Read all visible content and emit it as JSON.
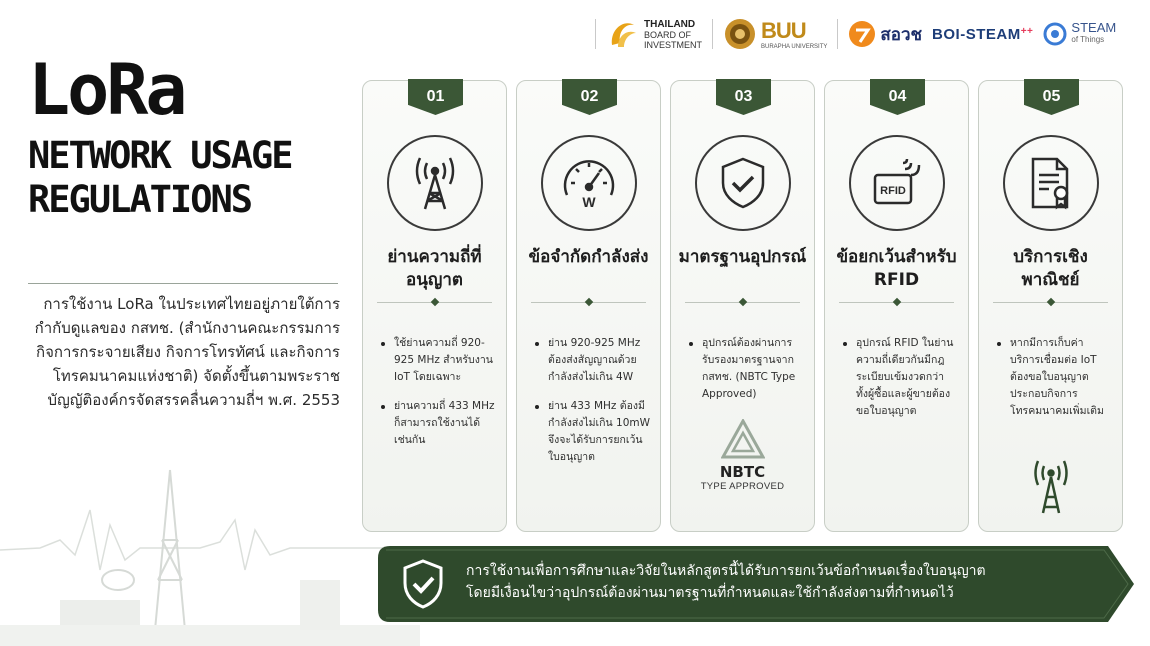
{
  "logos": {
    "boi_line1": "THAILAND",
    "boi_line2": "BOARD OF",
    "boi_line3": "INVESTMENT",
    "buu_name": "BUU",
    "buu_sub": "BURAPHA UNIVERSITY",
    "nbtc_name": "สอวช",
    "boi_steam": "BOI-STEAM",
    "boi_steam_plus": "++",
    "steam_name": "STEAM",
    "steam_sub": "of Things"
  },
  "title": {
    "main": "LoRa",
    "sub_line1": "NETWORK USAGE",
    "sub_line2": "REGULATIONS"
  },
  "intro": "การใช้งาน LoRa ในประเทศไทยอยู่ภายใต้การกำกับดูแลของ กสทช. (สำนักงานคณะกรรมการกิจการกระจายเสียง กิจการโทรทัศน์ และกิจการโทรคมนาคมแห่งชาติ) จัดตั้งขึ้นตามพระราชบัญญัติองค์กรจัดสรรคลื่นความถี่ฯ พ.ศ. 2553",
  "cards": [
    {
      "number": "01",
      "icon": "antenna-tower-icon",
      "title": "ย่านความถี่ที่อนุญาต",
      "bullets": [
        "ใช้ย่านความถี่ 920-925 MHz สำหรับงาน IoT โดยเฉพาะ",
        "ย่านความถี่ 433 MHz ก็สามารถใช้งานได้เช่นกัน"
      ]
    },
    {
      "number": "02",
      "icon": "power-gauge-icon",
      "gauge_letter": "W",
      "title": "ข้อจำกัดกำลังส่ง",
      "bullets": [
        "ย่าน 920-925 MHz ต้องส่งสัญญาณด้วยกำลังส่งไม่เกิน 4W",
        "ย่าน 433 MHz ต้องมีกำลังส่งไม่เกิน 10mW จึงจะได้รับการยกเว้นใบอนุญาต"
      ]
    },
    {
      "number": "03",
      "icon": "shield-check-icon",
      "title": "มาตรฐานอุปกรณ์",
      "bullets": [
        "อุปกรณ์ต้องผ่านการรับรองมาตรฐานจาก กสทช. (NBTC Type Approved)"
      ],
      "badge_title": "NBTC",
      "badge_sub": "TYPE APPROVED"
    },
    {
      "number": "04",
      "icon": "rfid-icon",
      "icon_label": "RFID",
      "title": "ข้อยกเว้นสำหรับ RFID",
      "bullets": [
        "อุปกรณ์ RFID ในย่านความถี่เดียวกันมีกฎระเบียบเข้มงวดกว่า ทั้งผู้ซื้อและผู้ขายต้องขอใบอนุญาต"
      ]
    },
    {
      "number": "05",
      "icon": "certificate-document-icon",
      "title": "บริการเชิงพาณิชย์",
      "bullets": [
        "หากมีการเก็บค่าบริการเชื่อมต่อ IoT ต้องขอใบอนุญาตประกอบกิจการโทรคมนาคมเพิ่มเติม"
      ]
    }
  ],
  "banner": {
    "icon": "shield-check-icon",
    "line1": "การใช้งานเพื่อการศึกษาและวิจัยในหลักสูตรนี้ได้รับการยกเว้นข้อกำหนดเรื่องใบอนุญาต",
    "line2": "โดยมีเงื่อนไขว่าอุปกรณ์ต้องผ่านมาตรฐานที่กำหนดและใช้กำลังส่งตามที่กำหนดไว้"
  },
  "colors": {
    "accent_green": "#3b5736",
    "banner_dark": "#2f4a2c",
    "text_dark": "#111111"
  }
}
